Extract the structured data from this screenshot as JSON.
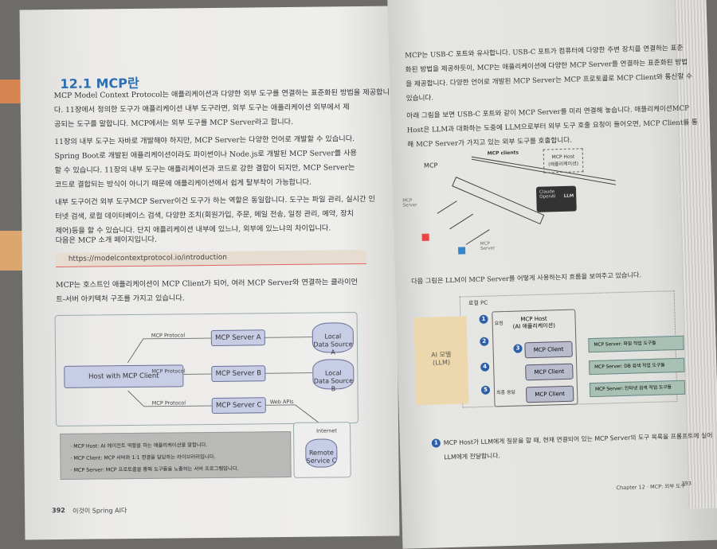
{
  "left_page": {
    "heading": "12.1 MCP란",
    "para1": [
      "MCP Model Context Protocol는 애플리케이션과 다양한 외부 도구를 연결하는 표준화된 방법을 제공합니",
      "다. 11장에서 정의한 도구가 애플리케이션 내부 도구라면, 외부 도구는 애플리케이션 외부에서 제",
      "공되는 도구를 말합니다. MCP에서는 외부 도구를 MCP Server라고 합니다."
    ],
    "para2": [
      "11장의 내부 도구는 자바로 개발해야 하지만, MCP Server는 다양한 언어로 개발할 수 있습니다.",
      "Spring Boot로 개발된 애플리케이션이라도 파이썬이나 Node.js로 개발된 MCP Server를 사용",
      "할 수 있습니다. 11장의 내부 도구는 애플리케이션과 코드로 강한 결합이 되지만, MCP Server는",
      "코드로 결합되는 방식이 아니기 때문에 애플리케이션에서 쉽게 탈부착이 가능합니다."
    ],
    "para3": [
      "내부 도구이건 외부 도구MCP Server이건 도구가 하는 역할은 동일합니다. 도구는 파일 관리, 실시간 인",
      "터넷 검색, 로컬 데이터베이스 검색, 다양한 조치(회원가입, 주문, 메일 전송, 일정 관리, 예약, 장치",
      "제어)등을 할 수 있습니다. 단지 애플리케이션 내부에 있느냐, 외부에 있느냐의 차이입니다."
    ],
    "para4": "다음은 MCP 소개 페이지입니다.",
    "url": "https://modelcontextprotocol.io/introduction",
    "para5": [
      "MCP는 호스트인 애플리케이션이 MCP Client가 되어, 여러 MCP Server와 연결하는 클라이언",
      "트-서버 아키텍처 구조를 가지고 있습니다."
    ],
    "diagram": {
      "host": "Host with MCP Client",
      "servers": [
        "MCP Server A",
        "MCP Server B",
        "MCP Server C"
      ],
      "protocol": "MCP Protocol",
      "local_a": [
        "Local",
        "Data Source A"
      ],
      "local_b": [
        "Local",
        "Data Source B"
      ],
      "web_apis": "Web APIs",
      "internet": "Internet",
      "remote": [
        "Remote",
        "Service C"
      ]
    },
    "legend": [
      "· MCP Host: AI 에이전트 역할을 하는 애플리케이션을 말합니다.",
      "· MCP Client: MCP 서버와 1:1 연결을 담당하는 라이브러리입니다.",
      "· MCP Server: MCP 프로토콜을 통해 도구들을 노출하는 서버 프로그램입니다."
    ],
    "page_number": "392",
    "book_title": "이것이 Spring AI다"
  },
  "right_page": {
    "para1": [
      "MCP는 USB-C 포트와 유사합니다. USB-C 포트가 컴퓨터에 다양한 주변 장치를 연결하는 표준",
      "화된 방법을 제공하듯이, MCP는 애플리케이션에 다양한 MCP Server를 연결하는 표준화된 방법",
      "을 제공합니다. 다양한 언어로 개발된 MCP Server는 MCP 프로토콜로 MCP Client와 통신할 수",
      "있습니다."
    ],
    "para2": [
      "아래 그림을 보면 USB-C 포트와 같이 MCP Server를 미리 연결해 놓습니다. 애플리케이션MCP",
      "Host은 LLM과 대화하는 도중에 LLM으로부터 외부 도구 호출 요청이 들어오면, MCP Client를 통",
      "해 MCP Server가 가지고 있는 외부 도구를 호출합니다."
    ],
    "usb": {
      "mcp": "MCP",
      "clients": "MCP clients",
      "host": [
        "MCP Host",
        "(애플리케이션)"
      ],
      "claude": "Claude",
      "openai": "OpenAI",
      "llm": "LLM",
      "server1": [
        "MCP",
        "Server"
      ],
      "server2": [
        "MCP",
        "Server"
      ]
    },
    "para3": "다음 그림은 LLM이 MCP Server를 어떻게 사용하는지 흐름을 보여주고 있습니다.",
    "flow": {
      "local_pc": "로컬 PC",
      "llm": [
        "AI 모델",
        "(LLM)"
      ],
      "host": [
        "MCP Host",
        "(AI 애플리케이션)"
      ],
      "request": "요청",
      "final": "최종 응답",
      "client": "MCP Client",
      "servers": [
        "MCP Server: 파일 작업 도구들",
        "MCP Server: DB 검색 작업 도구들",
        "MCP Server: 인터넷 검색 작업 도구들"
      ],
      "nums": [
        "1",
        "2",
        "3",
        "4",
        "5"
      ]
    },
    "note": [
      "MCP Host가 LLM에게 질문을 할 때, 현재 연결되어 있는 MCP Server의 도구 목록을 프롬프트에 실어",
      "LLM에게 전달합니다."
    ],
    "footer": "Chapter 12 · MCP: 외부 도구",
    "page_number": "393"
  }
}
